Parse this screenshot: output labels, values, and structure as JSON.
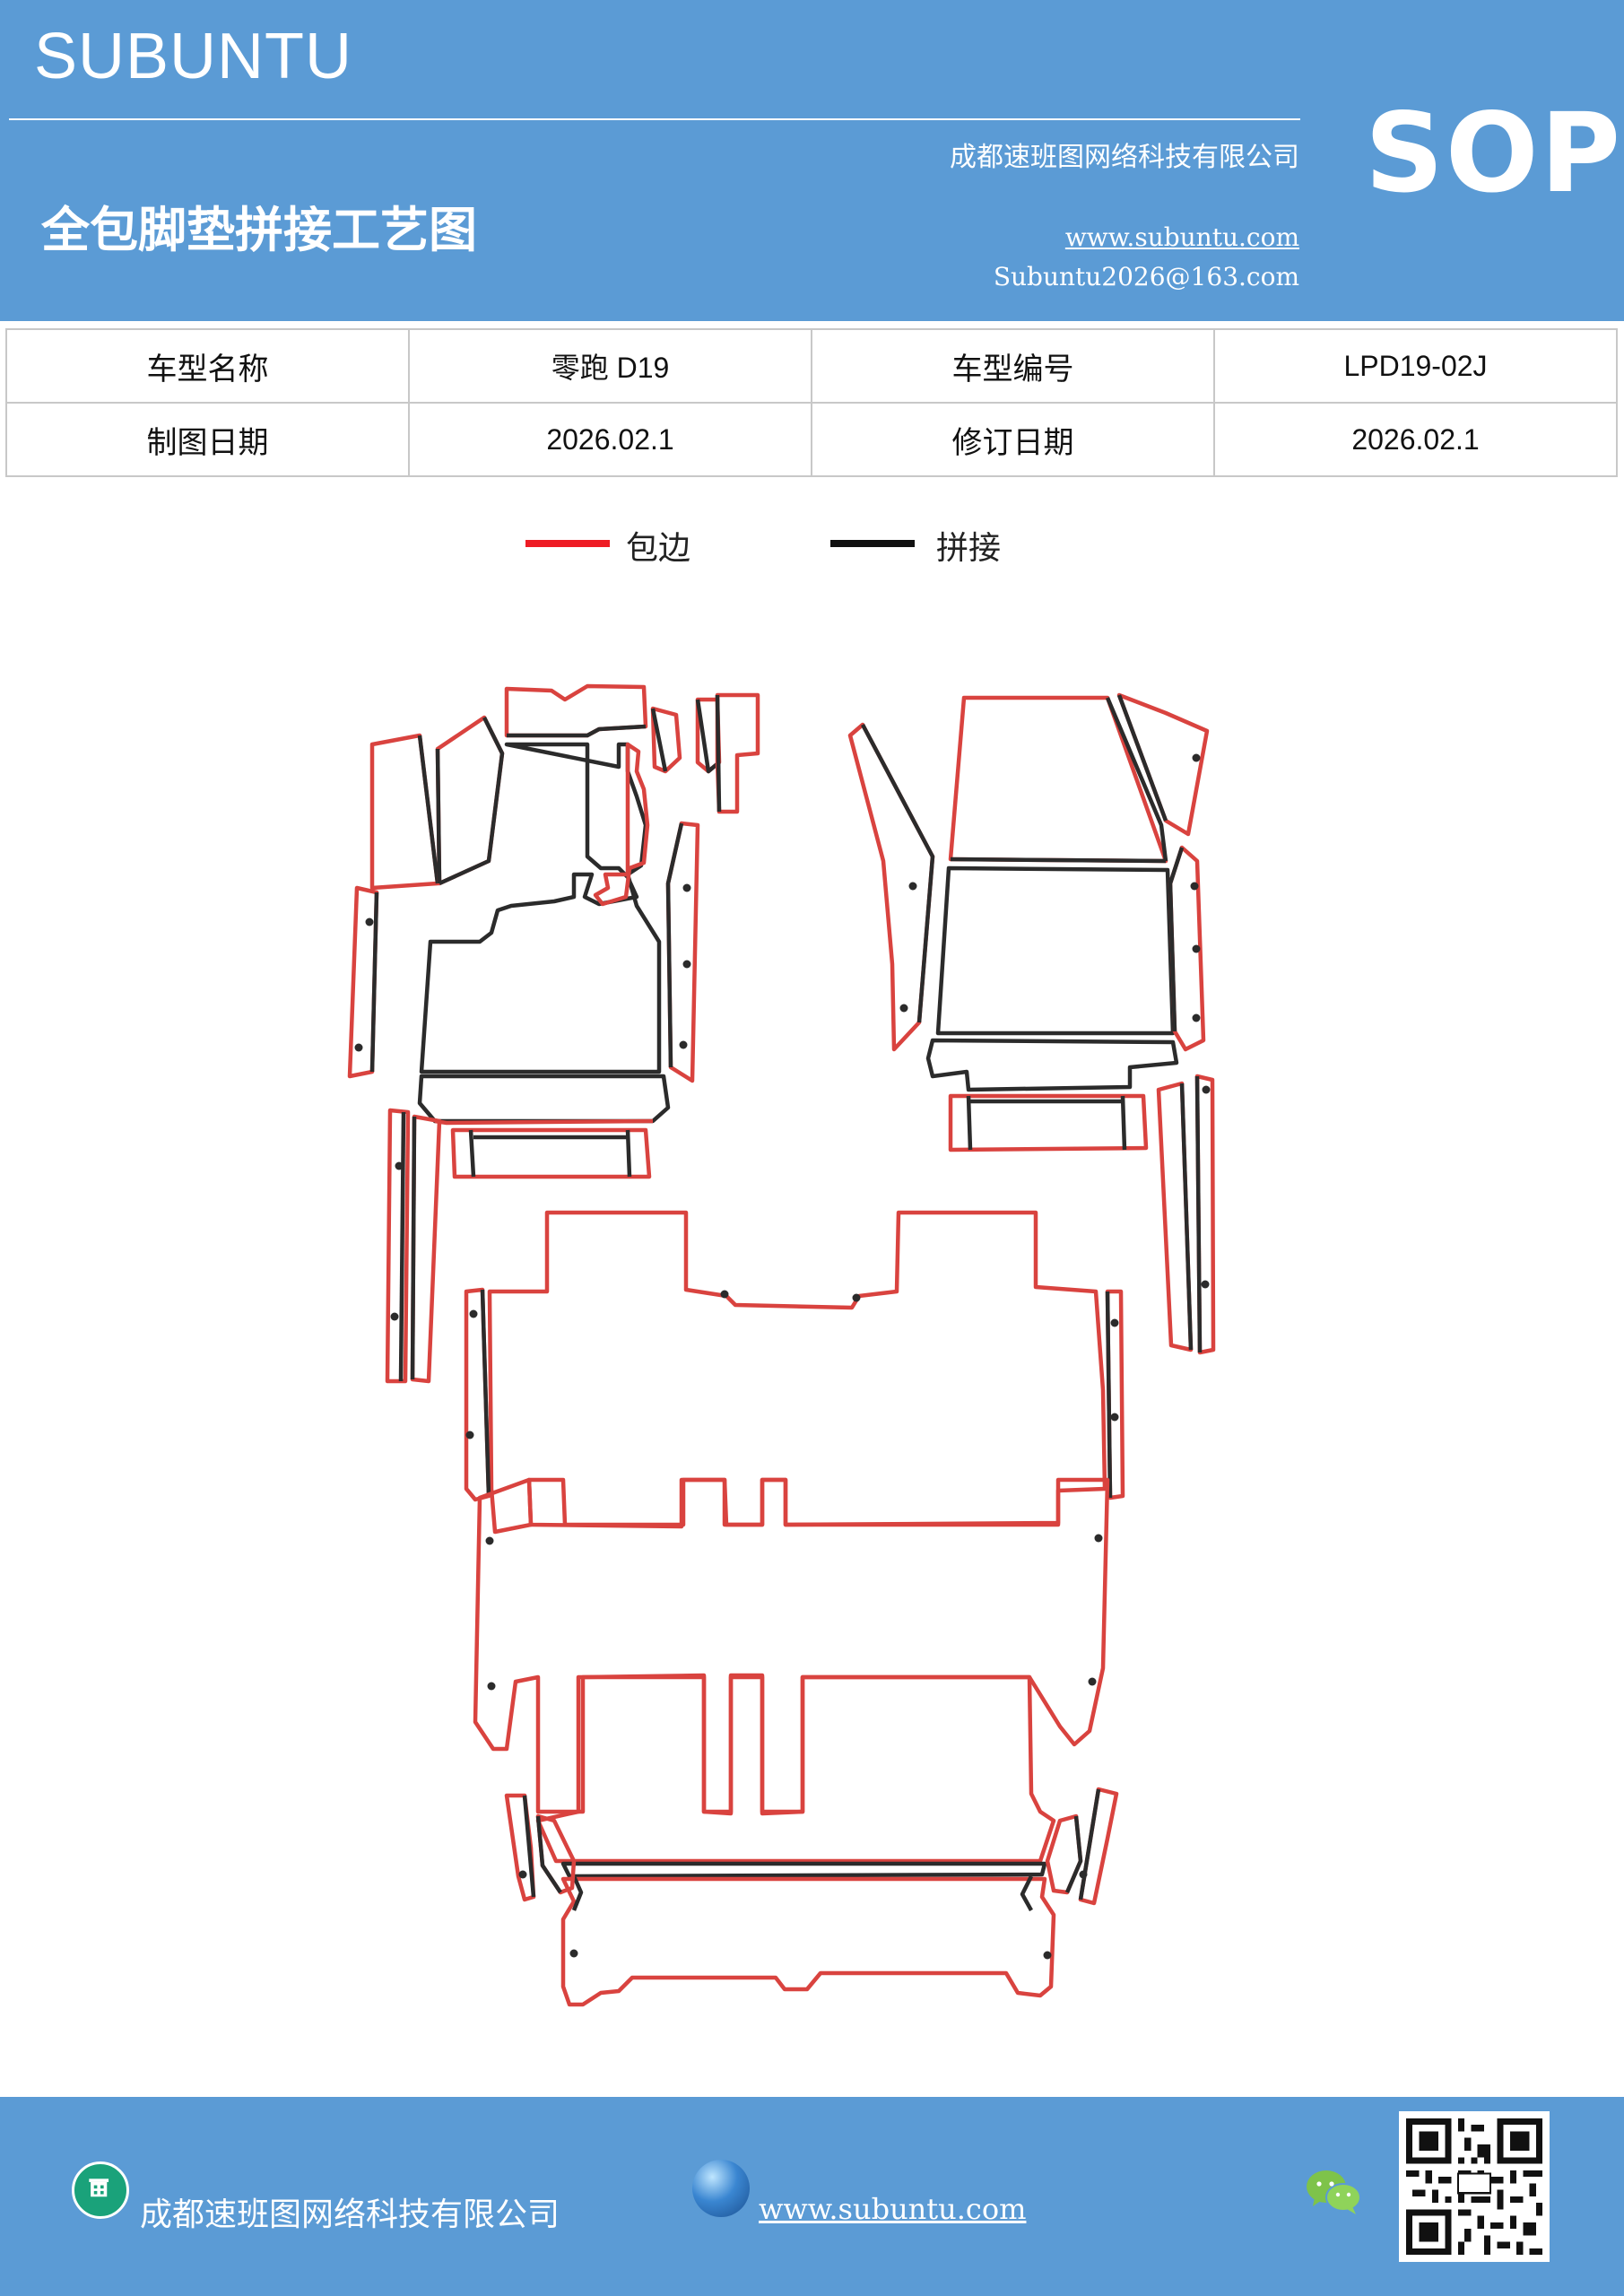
{
  "header": {
    "brand": "SUBUNTU",
    "company": "成都速班图网络科技有限公司",
    "title": "全包脚垫拼接工艺图",
    "website": "www.subuntu.com",
    "email": "Subuntu2026@163.com",
    "badge": "SOP"
  },
  "info_table": {
    "rows": [
      {
        "label1": "车型名称",
        "value1": "零跑 D19",
        "label2": "车型编号",
        "value2": "LPD19-02J"
      },
      {
        "label1": "制图日期",
        "value1": "2026.02.1",
        "label2": "修订日期",
        "value2": "2026.02.1"
      }
    ]
  },
  "legend": {
    "items": [
      {
        "label": "包边",
        "color": "#ee1c24"
      },
      {
        "label": "拼接",
        "color": "#111111"
      }
    ]
  },
  "colors": {
    "header_bg": "#5b9bd5",
    "edge": "#d9433f",
    "seam": "#2b2b2b"
  },
  "footer": {
    "company": "成都速班图网络科技有限公司",
    "website": "www.subuntu.com",
    "icons": [
      "building-icon",
      "globe-icon",
      "wechat-icon",
      "qr-code"
    ]
  }
}
